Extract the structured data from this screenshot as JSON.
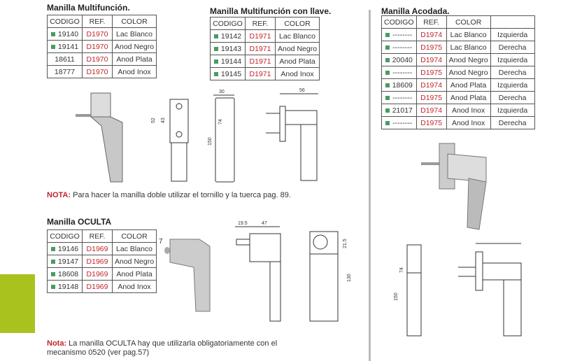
{
  "sections": {
    "multifuncion": {
      "title": "Manilla Multifunción.",
      "headers": [
        "CODIGO",
        "REF.",
        "COLOR"
      ],
      "rows": [
        {
          "codigo": "19140",
          "marker": true,
          "ref": "D1970",
          "color": "Lac Blanco"
        },
        {
          "codigo": "19141",
          "marker": true,
          "ref": "D1970",
          "color": "Anod Negro"
        },
        {
          "codigo": "18611",
          "marker": false,
          "ref": "D1970",
          "color": "Anod Plata"
        },
        {
          "codigo": "18777",
          "marker": false,
          "ref": "D1970",
          "color": "Anod Inox"
        }
      ]
    },
    "multifuncion_llave": {
      "title": "Manilla Multifunción con llave.",
      "headers": [
        "CODIGO",
        "REF.",
        "COLOR"
      ],
      "rows": [
        {
          "codigo": "19142",
          "marker": true,
          "ref": "D1971",
          "color": "Lac Blanco"
        },
        {
          "codigo": "19143",
          "marker": true,
          "ref": "D1971",
          "color": "Anod Negro"
        },
        {
          "codigo": "19144",
          "marker": true,
          "ref": "D1971",
          "color": "Anod Plata"
        },
        {
          "codigo": "19145",
          "marker": true,
          "ref": "D1971",
          "color": "Anod Inox"
        }
      ]
    },
    "acodada": {
      "title": "Manilla Acodada.",
      "headers": [
        "CODIGO",
        "REF.",
        "COLOR",
        ""
      ],
      "rows": [
        {
          "codigo": "--------",
          "marker": true,
          "ref": "D1974",
          "color": "Lac Blanco",
          "lado": "Izquierda"
        },
        {
          "codigo": "--------",
          "marker": true,
          "ref": "D1975",
          "color": "Lac Blanco",
          "lado": "Derecha"
        },
        {
          "codigo": "20040",
          "marker": true,
          "ref": "D1974",
          "color": "Anod Negro",
          "lado": "Izquierda"
        },
        {
          "codigo": "--------",
          "marker": true,
          "ref": "D1975",
          "color": "Anod Negro",
          "lado": "Derecha"
        },
        {
          "codigo": "18609",
          "marker": true,
          "ref": "D1974",
          "color": "Anod Plata",
          "lado": "Izquierda"
        },
        {
          "codigo": "--------",
          "marker": true,
          "ref": "D1975",
          "color": "Anod Plata",
          "lado": "Derecha"
        },
        {
          "codigo": "21017",
          "marker": true,
          "ref": "D1974",
          "color": "Anod Inox",
          "lado": "Izquierda"
        },
        {
          "codigo": "--------",
          "marker": true,
          "ref": "D1975",
          "color": "Anod Inox",
          "lado": "Derecha"
        }
      ]
    },
    "oculta": {
      "title": "Manilla OCULTA",
      "headers": [
        "CODIGO",
        "REF.",
        "COLOR"
      ],
      "rows": [
        {
          "codigo": "19146",
          "marker": true,
          "ref": "D1969",
          "color": "Lac Blanco"
        },
        {
          "codigo": "19147",
          "marker": true,
          "ref": "D1969",
          "color": "Anod Negro"
        },
        {
          "codigo": "18608",
          "marker": true,
          "ref": "D1969",
          "color": "Anod Plata"
        },
        {
          "codigo": "19148",
          "marker": true,
          "ref": "D1969",
          "color": "Anod Inox"
        }
      ]
    }
  },
  "notes": {
    "nota1_label": "NOTA:",
    "nota1_text": " Para hacer la manilla doble utilizar el tornillo y la tuerca pag. 89.",
    "nota2_label": "Nota:",
    "nota2_text": " La manilla OCULTA hay que utilizarla obligatoriamente con el mecanismo 0520 (ver pag.57)"
  },
  "dimensions": {
    "multi_front": [
      "52",
      "43"
    ],
    "multi_side": [
      "30",
      "74",
      "150"
    ],
    "multi_top": [
      "56"
    ],
    "oculta_side": [
      "19.5",
      "47"
    ],
    "oculta_front": [
      "21.5",
      "130"
    ],
    "oculta_label": "7",
    "acodada": [
      "74",
      "150"
    ]
  },
  "colors": {
    "ref_red": "#c0262d",
    "marker_green": "#4c9a63",
    "accent_lime": "#a9c21e"
  }
}
